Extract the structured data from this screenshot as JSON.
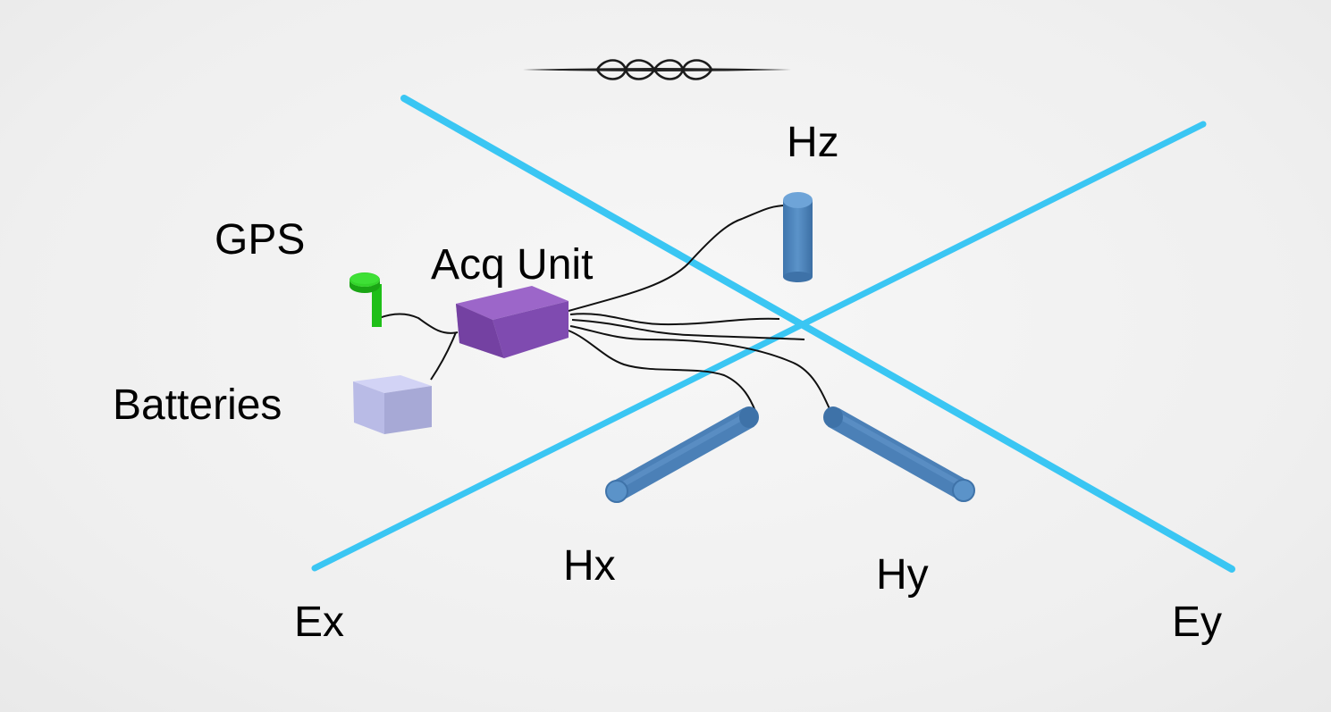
{
  "diagram": {
    "labels": {
      "hz": "Hz",
      "gps": "GPS",
      "acq_unit": "Acq Unit",
      "batteries": "Batteries",
      "hx": "Hx",
      "hy": "Hy",
      "ex": "Ex",
      "ey": "Ey"
    },
    "colors": {
      "electric_line": "#3ac6f3",
      "magnetometer": "#4f86be",
      "acq_unit_front": "#7e47ad",
      "acq_unit_top": "#9a63c7",
      "gps": "#22c41c",
      "batteries": "#bbbde8",
      "cable": "#111111",
      "background": "#f1f1f1"
    },
    "icons": {
      "ornament": "scroll-ornament-icon",
      "gps": "gps-antenna-icon",
      "acq_unit": "acquisition-box-icon",
      "batteries": "battery-box-icon",
      "magnetometers": "magnetometer-cylinder-icon"
    }
  }
}
